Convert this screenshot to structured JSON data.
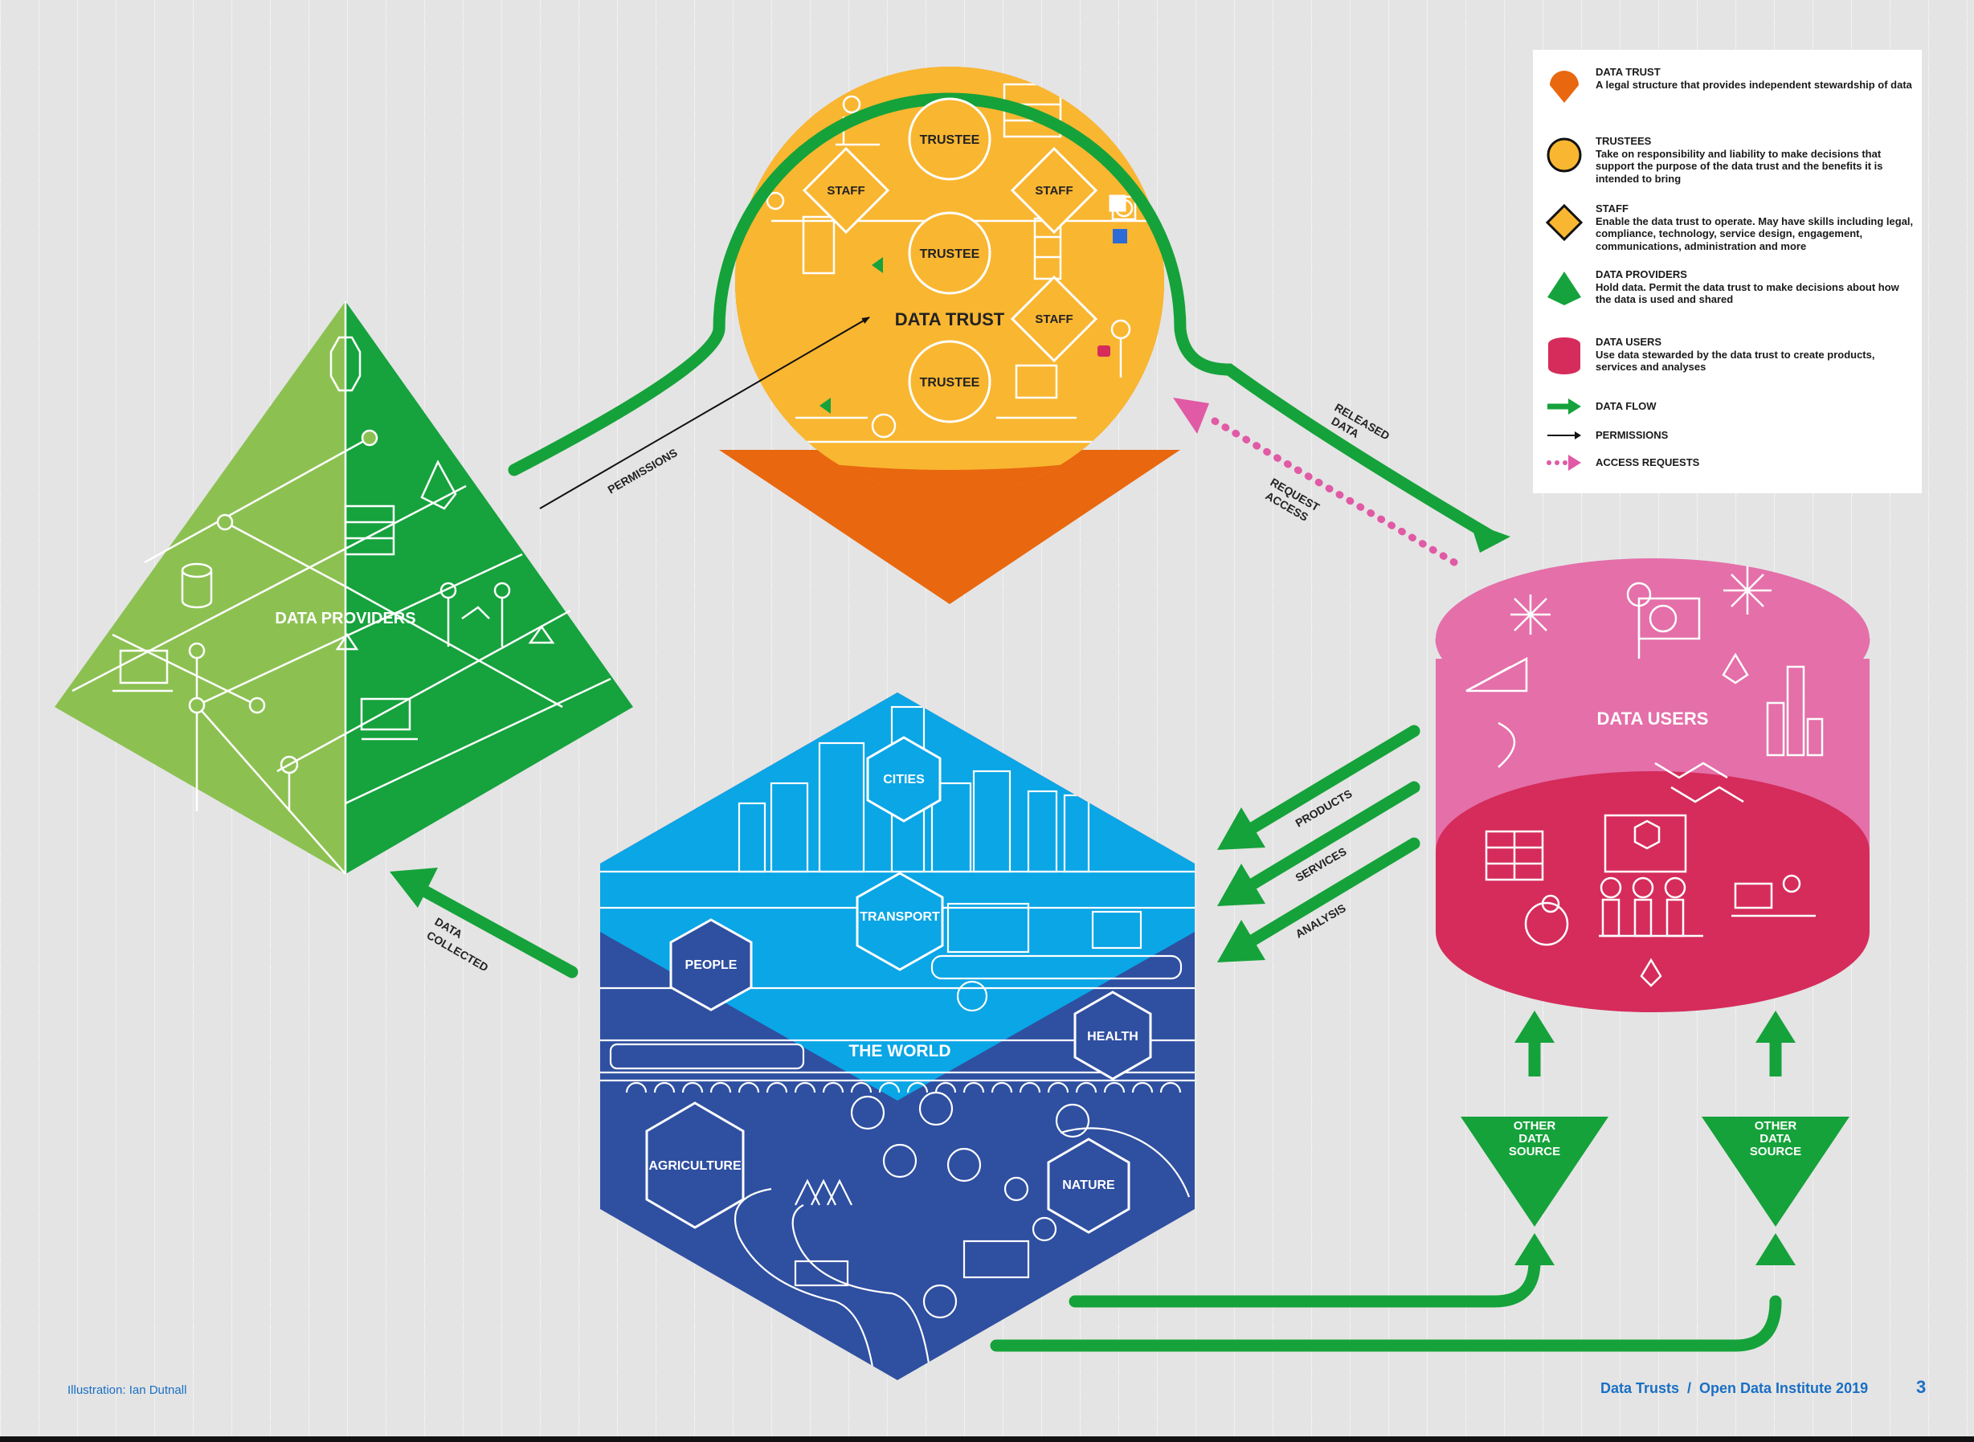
{
  "colors": {
    "data_trust": "#e8670f",
    "trustees": "#f9b631",
    "staff": "#f9b631",
    "data_providers_light": "#8cc152",
    "data_providers_dark": "#16a23d",
    "data_users_light": "#e46fa9",
    "data_users_dark": "#d52c5b",
    "world_sky": "#0aa6e6",
    "world_dark": "#2f4fa0",
    "flow_green": "#15a23a",
    "access_pink": "#e05aa6",
    "footer_blue": "#1a6fc4"
  },
  "trust": {
    "title": "DATA TRUST",
    "trustees": [
      "TRUSTEE",
      "TRUSTEE",
      "TRUSTEE"
    ],
    "staff": [
      "STAFF",
      "STAFF",
      "STAFF"
    ]
  },
  "providers": {
    "title": "DATA PROVIDERS"
  },
  "users": {
    "title": "DATA USERS"
  },
  "world": {
    "title": "THE WORLD",
    "hexes": [
      "CITIES",
      "TRANSPORT",
      "PEOPLE",
      "HEALTH",
      "AGRICULTURE",
      "NATURE"
    ]
  },
  "other_sources": [
    {
      "line1": "OTHER",
      "line2": "DATA",
      "line3": "SOURCE"
    },
    {
      "line1": "OTHER",
      "line2": "DATA",
      "line3": "SOURCE"
    }
  ],
  "flow_labels": {
    "permissions": "PERMISSIONS",
    "released_1": "RELEASED",
    "released_2": "DATA",
    "request_1": "REQUEST",
    "request_2": "ACCESS",
    "products": "PRODUCTS",
    "services": "SERVICES",
    "analysis": "ANALYSIS",
    "collected_1": "DATA",
    "collected_2": "COLLECTED"
  },
  "legend": {
    "items": [
      {
        "icon": "map-pin-icon",
        "title": "DATA TRUST",
        "desc": "A legal structure that provides independent stewardship of data"
      },
      {
        "icon": "circle-icon",
        "title": "TRUSTEES",
        "desc": "Take on responsibility and liability to make decisions that support the purpose of the data trust and the benefits it is intended to bring"
      },
      {
        "icon": "diamond-icon",
        "title": "STAFF",
        "desc": "Enable the data trust to operate. May have skills including legal, compliance, technology, service design, engagement, communications, administration and more"
      },
      {
        "icon": "pyramid-icon",
        "title": "DATA PROVIDERS",
        "desc": "Hold data. Permit the data trust to make decisions about how the data is used and shared"
      },
      {
        "icon": "cylinder-icon",
        "title": "DATA USERS",
        "desc": "Use data stewarded by the data trust to create products, services and analyses"
      },
      {
        "icon": "green-arrow-icon",
        "title": "DATA FLOW",
        "desc": ""
      },
      {
        "icon": "black-arrow-icon",
        "title": "PERMISSIONS",
        "desc": ""
      },
      {
        "icon": "dotted-arrow-icon",
        "title": "ACCESS REQUESTS",
        "desc": ""
      }
    ]
  },
  "footer": {
    "credit": "Illustration: Ian Dutnall",
    "publication": "Data Trusts  /  Open Data Institute 2019",
    "page": "3"
  }
}
